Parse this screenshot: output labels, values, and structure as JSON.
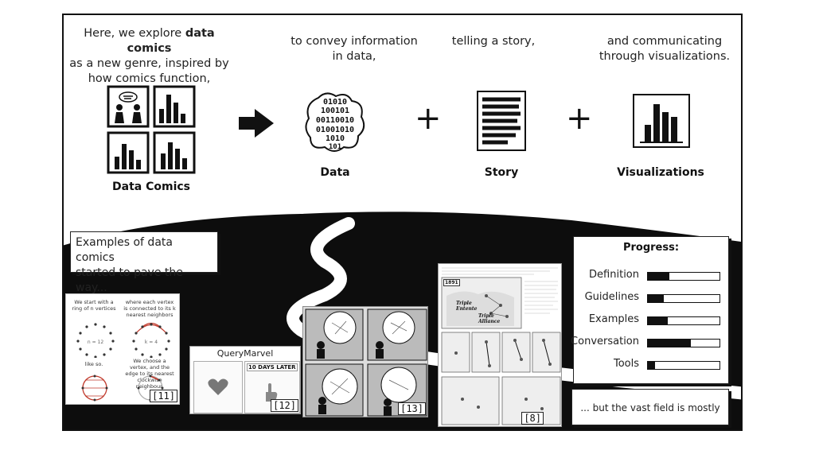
{
  "header": {
    "intro_line1_plain": "Here, we explore ",
    "intro_line1_bold": "data comics",
    "intro_line2": "as a new genre, inspired by",
    "intro_line3": "how comics function,",
    "convey_line1": "to convey information",
    "convey_line2": "in data,",
    "story_caption": "telling a story,",
    "comm_line1": "and communicating",
    "comm_line2": "through visualizations."
  },
  "labels": {
    "data_comics": "Data Comics",
    "data": "Data",
    "story": "Story",
    "visualizations": "Visualizations"
  },
  "data_bits": [
    "01010",
    "100101",
    "00110010",
    "01001010",
    "1010",
    "101"
  ],
  "examples_box": {
    "line1": "Examples of data comics",
    "line2": "started to pave the way..."
  },
  "example11": {
    "ref": "[11]",
    "t1": "We start with a ring of n vertices",
    "t2": "where each vertex is connected to its k nearest neighbors",
    "t3": "like so.",
    "t4": "We choose a vertex, and the edge to its nearest clockwise neighbour.",
    "n_label": "n = 12",
    "k_label": "k = 4"
  },
  "example12": {
    "ref": "[12]",
    "title": "QueryMarvel",
    "panel2": "10 DAYS LATER"
  },
  "example13": {
    "ref": "[13]"
  },
  "example8": {
    "ref": "[8]",
    "label1": "Triple Entente",
    "label2": "Triple Alliance",
    "year1": "1891"
  },
  "progress": {
    "title": "Progress:",
    "items": [
      {
        "name": "Definition",
        "value": 0.3
      },
      {
        "name": "Guidelines",
        "value": 0.22
      },
      {
        "name": "Examples",
        "value": 0.28
      },
      {
        "name": "Conversation",
        "value": 0.6
      },
      {
        "name": "Tools",
        "value": 0.1
      }
    ]
  },
  "footer": {
    "empty_field": "... but the vast field is mostly empty."
  },
  "symbols": {
    "arrow": "arrow-icon",
    "plus": "+"
  }
}
